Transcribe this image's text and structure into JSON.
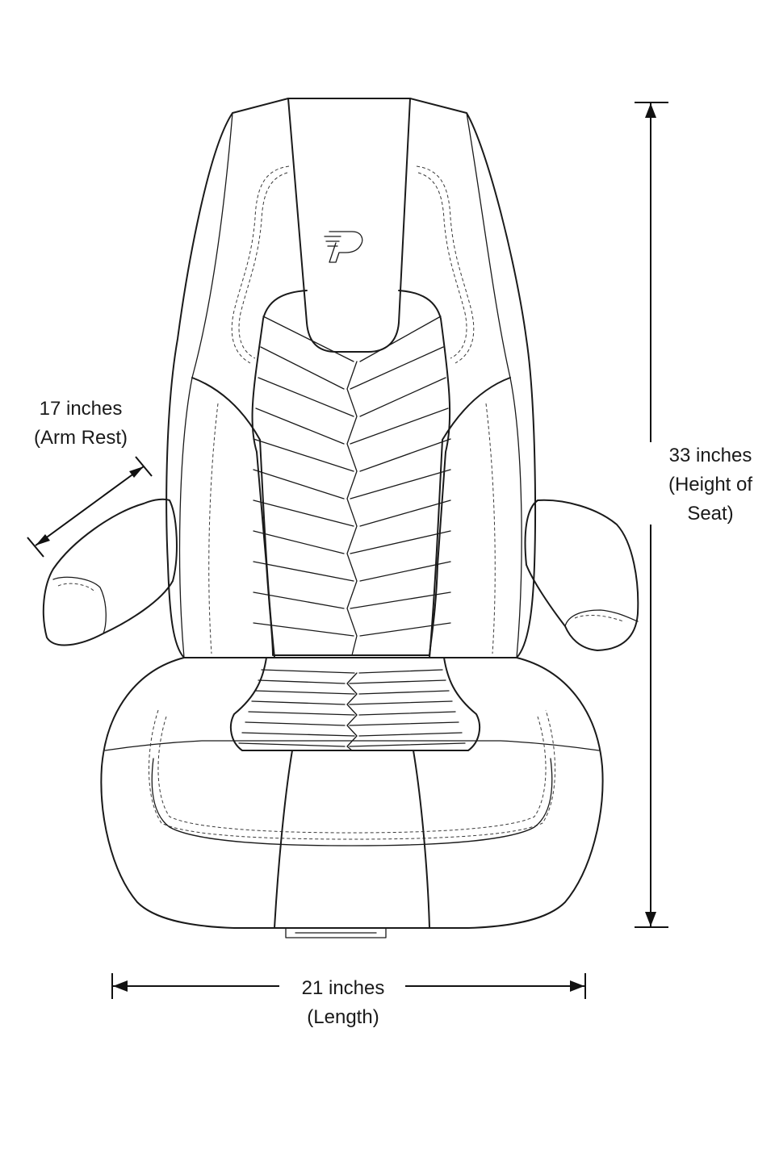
{
  "product": {
    "logo_mark": "stylized P logo"
  },
  "dimensions": {
    "arm_rest": {
      "line1": "17 inches",
      "line2": "(Arm Rest)"
    },
    "height": {
      "line1": "33 inches",
      "line2": "(Height of",
      "line3": "Seat)"
    },
    "length": {
      "line1": "21 inches",
      "line2": "(Length)"
    }
  },
  "colors": {
    "line": "#1a1a1a",
    "background": "#ffffff"
  }
}
